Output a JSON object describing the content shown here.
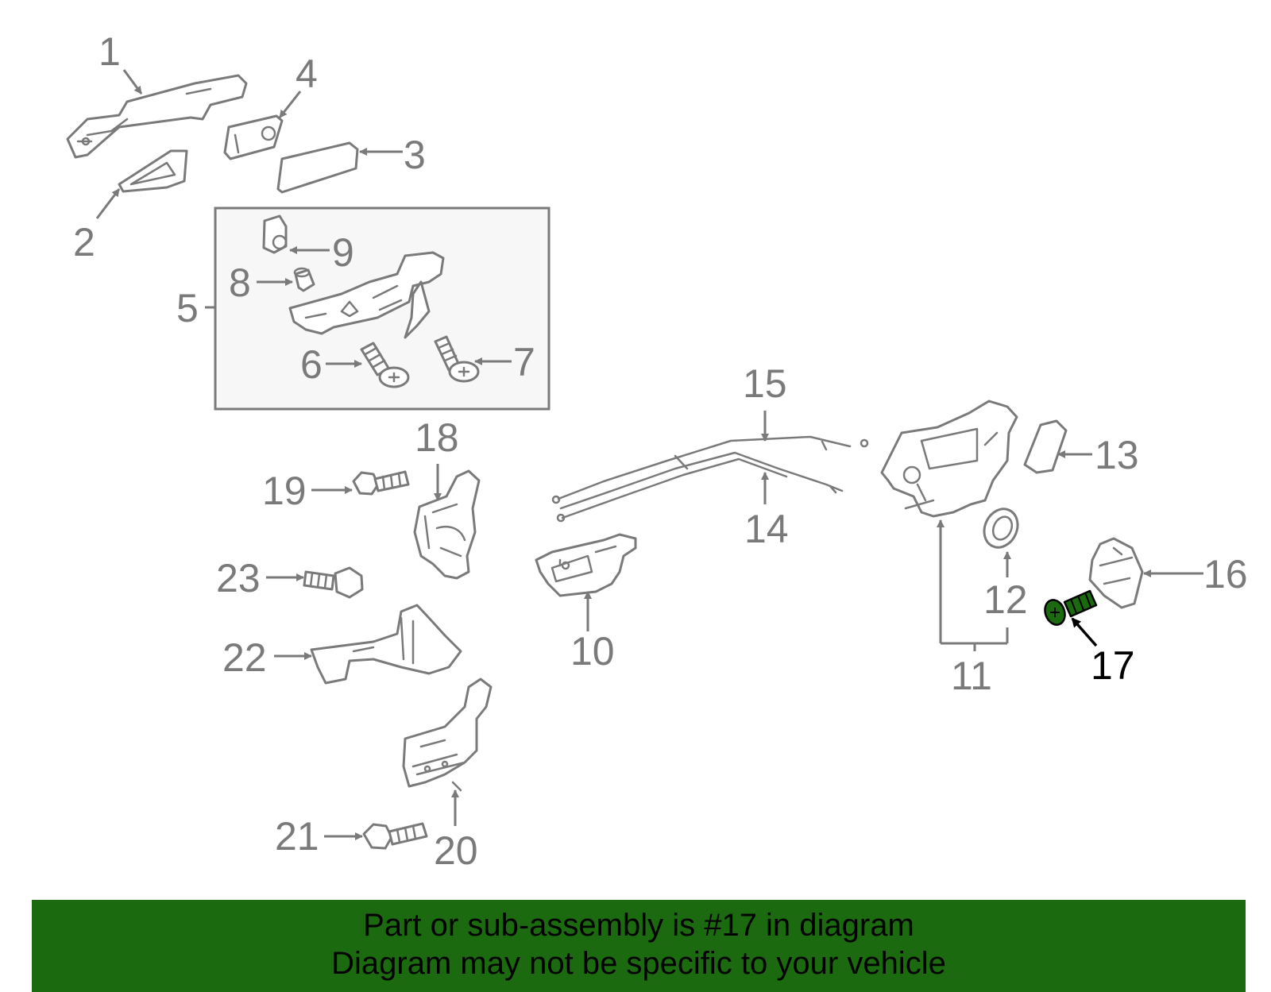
{
  "colors": {
    "line": "#7a7a7a",
    "highlight_part": "#1c6a10",
    "footer_background": "#1c6a10",
    "highlight_label": "#000000"
  },
  "callouts": [
    "1",
    "2",
    "3",
    "4",
    "5",
    "6",
    "7",
    "8",
    "9",
    "10",
    "11",
    "12",
    "13",
    "14",
    "15",
    "16",
    "17",
    "18",
    "19",
    "20",
    "21",
    "22",
    "23"
  ],
  "highlighted_callout": "17",
  "footer": {
    "line1": "Part or sub-assembly is #17 in diagram",
    "line2": "Diagram may not be specific to your vehicle"
  }
}
